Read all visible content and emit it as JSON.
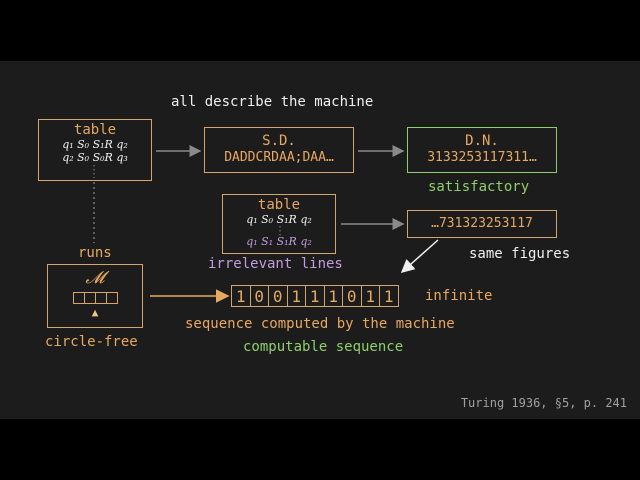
{
  "heading": "all describe the machine",
  "table1": {
    "title": "table",
    "line1": "q₁ S₀ S₁R q₂",
    "line2": "q₂ S₀ S₀R q₃"
  },
  "sd": {
    "title": "S.D.",
    "value": "DADDCRDAA;DAA…"
  },
  "dn": {
    "title": "D.N.",
    "value": "3133253117311…"
  },
  "satisfactory": "satisfactory",
  "table2": {
    "title": "table",
    "line1": "q₁ S₀ S₁R q₂",
    "line2": "q₁ S₁ S₁R q₂"
  },
  "irrelevant": "irrelevant lines",
  "dn_tail": "…731323253117",
  "same_figures": "same figures",
  "runs": "runs",
  "machine": {
    "symbol": "𝓜",
    "head": "▲",
    "label": "circle-free"
  },
  "tape": {
    "cells": [
      "1",
      "0",
      "0",
      "1",
      "1",
      "1",
      "0",
      "1"
    ],
    "suffix": "infinite"
  },
  "sequence_label": "sequence computed by the machine",
  "computable_label": "computable sequence",
  "citation": "Turing 1936, §5, p. 241",
  "colors": {
    "orange": "#e8a860",
    "green": "#8fcf6a",
    "purple": "#c49be0",
    "background": "#1c1c1c"
  }
}
